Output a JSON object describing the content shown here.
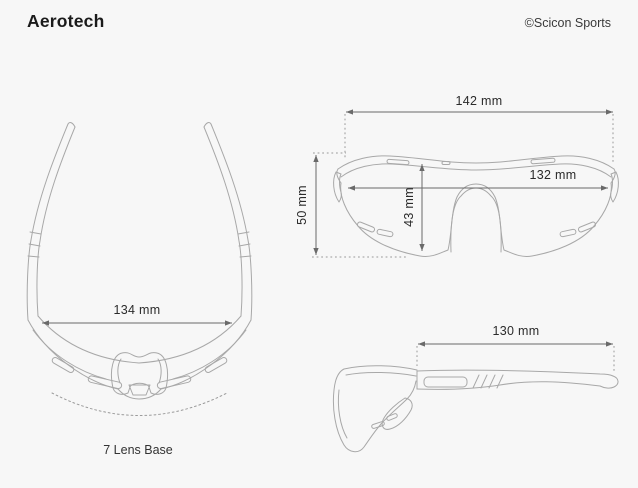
{
  "header": {
    "title": "Aerotech",
    "copyright": "©Scicon Sports"
  },
  "top_view": {
    "width_label": "134 mm",
    "width_mm": 134,
    "lens_base_label": "7 Lens Base",
    "lens_base": 7
  },
  "front_view": {
    "total_width_label": "142 mm",
    "total_width_mm": 142,
    "lens_width_label": "132 mm",
    "lens_width_mm": 132,
    "height_label": "50 mm",
    "height_mm": 50,
    "lens_height_label": "43 mm",
    "lens_height_mm": 43
  },
  "side_view": {
    "temple_length_label": "130 mm",
    "temple_length_mm": 130
  },
  "colors": {
    "background": "#f7f7f7",
    "line_art": "#a8a8a8",
    "dimension_lines": "#6a6a6a",
    "text": "#2b2b2b"
  }
}
